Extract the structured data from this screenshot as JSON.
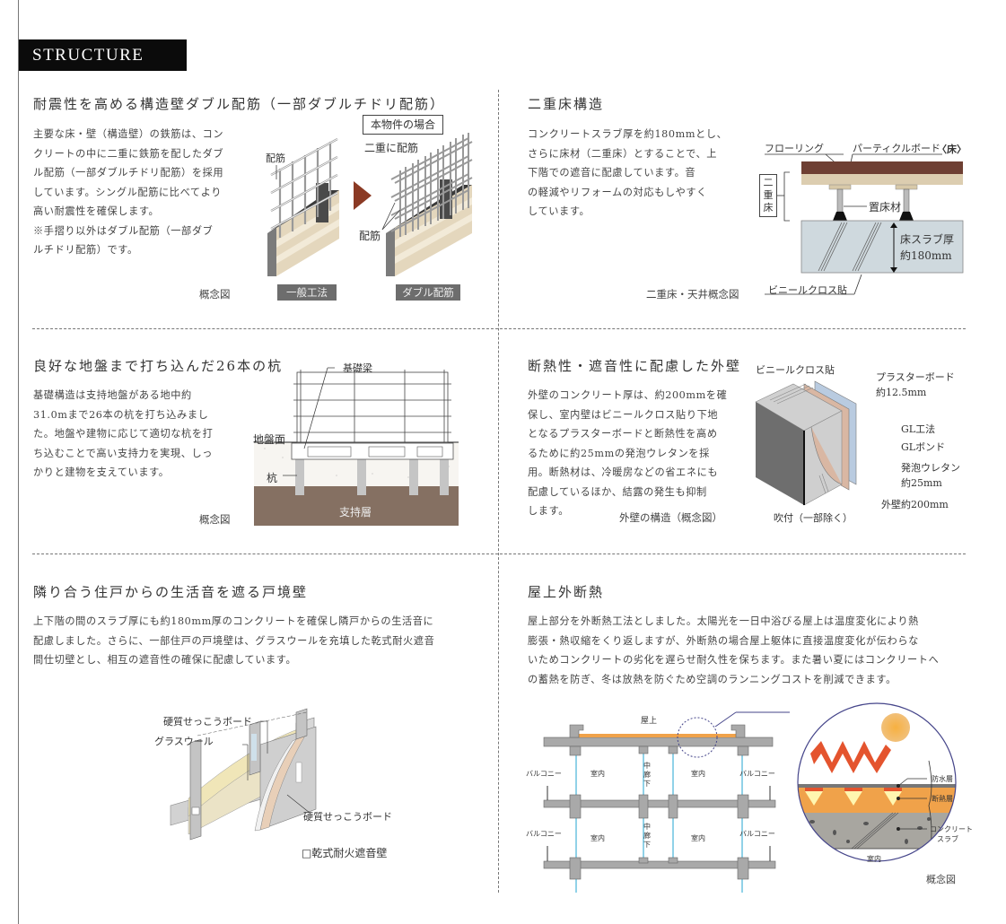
{
  "header": {
    "brand": "STRUCTURE"
  },
  "sections": {
    "double_rebar": {
      "title": "耐震性を高める構造壁ダブル配筋（一部ダブルチドリ配筋）",
      "body": [
        "主要な床・壁（構造壁）の鉄筋は、コン",
        "クリートの中に二重に鉄筋を配したダブ",
        "ル配筋（一部ダブルチドリ配筋）を採用",
        "しています。シングル配筋に比べてより",
        "高い耐震性を確保します。",
        "※手摺り以外はダブル配筋（一部ダブ",
        "ルチドリ配筋）です。"
      ],
      "caption": "概念図",
      "diagram": {
        "single_label": "配筋",
        "case_box": "本物件の場合",
        "double_label": "二重に配筋",
        "double_rebar_label": "配筋",
        "tag_left": "一般工法",
        "tag_right": "ダブル配筋",
        "arrow_color": "#8b3a24"
      }
    },
    "double_floor": {
      "title": "二重床構造",
      "body": [
        "コンクリートスラブ厚を約180mmとし、",
        "さらに床材（二重床）とすることで、上",
        "下階での遮音に配慮しています。音",
        "の軽減やリフォームの対応もしやすく",
        "しています。"
      ],
      "caption": "二重床・天井概念図",
      "diagram": {
        "flooring": "フローリング",
        "particle_board": "パーティクルボード",
        "floor_tag": "〈床〉",
        "double_floor_box": "二重床",
        "support": "置床材",
        "slab_line1": "床スラブ厚",
        "slab_line2": "約180mm",
        "vinyl": "ビニールクロス貼"
      }
    },
    "piles": {
      "title": "良好な地盤まで打ち込んだ26本の杭",
      "body": [
        "基礎構造は支持地盤がある地中約",
        "31.0mまで26本の杭を打ち込みまし",
        "た。地盤や建物に応じて適切な杭を打",
        "ち込むことで高い支持力を実現、しっ",
        "かりと建物を支えています。"
      ],
      "caption": "概念図",
      "diagram": {
        "foundation_beam": "基礎梁",
        "ground_surface": "地盤面",
        "pile": "杭",
        "bearing_layer": "支持層"
      }
    },
    "exterior_wall": {
      "title": "断熱性・遮音性に配慮した外壁",
      "body": [
        "外壁のコンクリート厚は、約200mmを確",
        "保し、室内壁はビニールクロス貼り下地",
        "となるプラスターボードと断熱性を高め",
        "るために約25mmの発泡ウレタンを採",
        "用。断熱材は、冷暖房などの省エネにも",
        "配慮しているほか、結露の発生も抑制",
        "します。"
      ],
      "caption": "外壁の構造（概念図）",
      "diagram": {
        "vinyl": "ビニールクロス貼",
        "plaster_line1": "プラスターボード",
        "plaster_line2": "約12.5mm",
        "gl_method": "GL工法",
        "gl_bond": "GLボンド",
        "urethane_line1": "発泡ウレタン",
        "urethane_line2": "約25mm",
        "wall": "外壁約200mm",
        "spray": "吹付（一部除く）"
      }
    },
    "partition_wall": {
      "title": "隣り合う住戸からの生活音を遮る戸境壁",
      "body": [
        "上下階の間のスラブ厚にも約180mm厚のコンクリートを確保し隣戸からの生活音に",
        "配慮しました。さらに、一部住戸の戸境壁は、グラスウールを充填した乾式耐火遮音",
        "間仕切壁とし、相互の遮音性の確保に配慮しています。"
      ],
      "diagram": {
        "gypsum_top": "硬質せっこうボード",
        "glass_wool": "グラスウール",
        "gypsum_bottom": "硬質せっこうボード",
        "legend": "□乾式耐火遮音壁"
      }
    },
    "roof_insulation": {
      "title": "屋上外断熱",
      "body": [
        "屋上部分を外断熱工法としました。太陽光を一日中浴びる屋上は温度変化により熱",
        "膨張・熱収縮をくり返しますが、外断熱の場合屋上躯体に直接温度変化が伝わらな",
        "いためコンクリートの劣化を遅らせ耐久性を保ちます。また暑い夏にはコンクリートへ",
        "の蓄熱を防ぎ、冬は放熱を防ぐため空調のランニングコストを削減できます。"
      ],
      "caption": "概念図",
      "diagram": {
        "roof": "屋上",
        "corridor": "中廊下",
        "room": "室内",
        "balcony": "バルコニー",
        "waterproof": "防水層",
        "insulation": "断熱層",
        "concrete_line1": "コンクリート",
        "concrete_line2": "スラブ",
        "detail_room": "室内"
      }
    }
  },
  "colors": {
    "brand_bar": "#0b0b0b",
    "arrow": "#8b3a24",
    "bearing_layer": "#857062",
    "flooring": "#6e3f33",
    "particle": "#dccdb0",
    "slab": "#cfd9de",
    "urethane": "#d9b7a3",
    "plaster": "#b9cbe0",
    "pipe": "#48b3d8",
    "roof_insulation": "#f0a24a"
  }
}
